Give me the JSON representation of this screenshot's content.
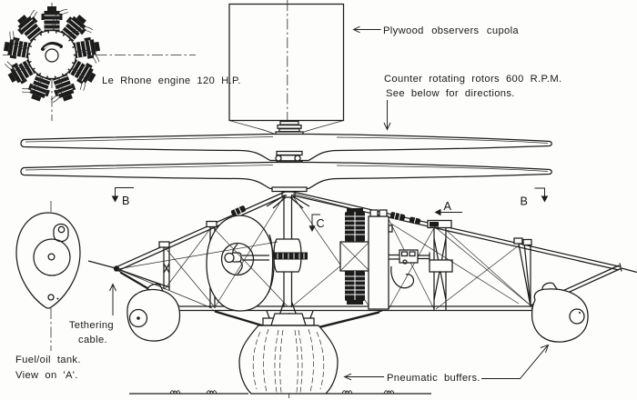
{
  "diagram": {
    "labels": {
      "engine": "Le Rhone engine 120 H.P.",
      "cupola": "Plywood observers cupola",
      "rotors_line1": "Counter rotating rotors 600 R.P.M.",
      "rotors_line2": "See below for directions.",
      "tethering_line1": "Tethering",
      "tethering_line2": "cable.",
      "tank_line1": "Fuel/oil tank.",
      "tank_line2": "View on 'A'.",
      "buffers": "Pneumatic buffers."
    },
    "section_markers": {
      "left": "B",
      "center": "C",
      "right_inner": "A",
      "right_outer": "B"
    },
    "colors": {
      "ink": "#1c1c1c",
      "paper": "#fdfdfb"
    }
  }
}
